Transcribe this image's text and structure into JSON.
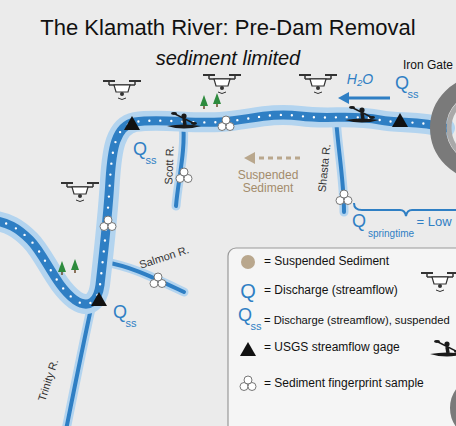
{
  "diagram": {
    "title": "The Klamath River: Pre-Dam Removal",
    "labels": [
      "sediment limited",
      "Iron Gate",
      "H₂O",
      "Q",
      "ss",
      "Q",
      "ss",
      "Scott R.",
      "Shasta R.",
      "Suspended Sediment",
      "Q",
      "springtime",
      "= Low",
      "Salmon R.",
      "Q",
      "ss",
      "Trinity R.",
      "Q",
      "Q",
      "ss"
    ],
    "legend": [
      {
        "text": "= Suspended Sediment",
        "color": "#b9a78d"
      },
      {
        "text": "= Discharge (streamflow)"
      },
      {
        "text": "= Discharge (streamflow), suspended"
      },
      {
        "text": "= USGS streamflow gage"
      },
      {
        "text": "= Sediment fingerprint sample"
      }
    ]
  }
}
